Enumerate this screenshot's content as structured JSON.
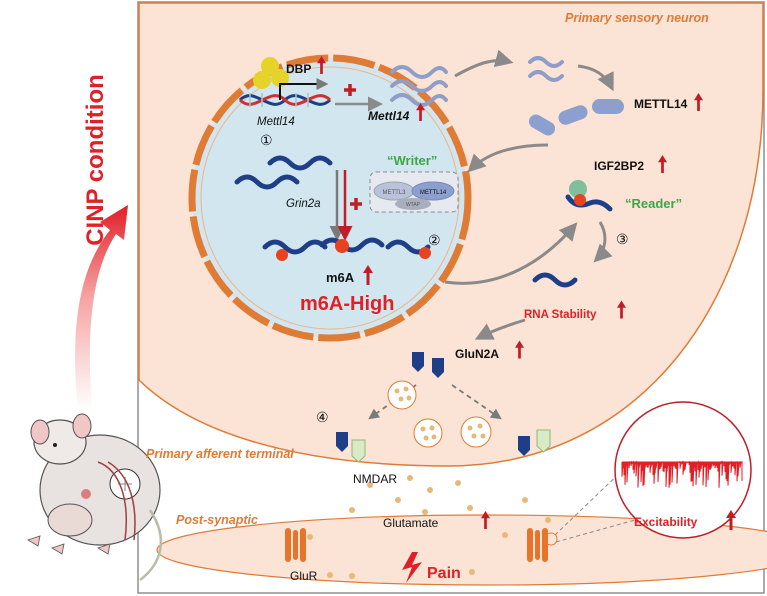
{
  "side_title": "CINP condition",
  "region_labels": {
    "neuron": "Primary sensory neuron",
    "terminal": "Primary afferent terminal",
    "postsynaptic": "Post-synaptic"
  },
  "nucleus": {
    "dbp": "DBP",
    "gene_mettl14": "Mettl14",
    "mrna_mettl14": "Mettl14",
    "gene_grin2a": "Grin2a",
    "m6a": "m6A",
    "m6a_high": "m6A-High",
    "writer": "“Writer”",
    "complex_mettl3": "METTL3",
    "complex_mettl14": "METTL14",
    "complex_wtap": "WTAP"
  },
  "cytoplasm": {
    "mettl14_protein": "METTL14",
    "igf2bp2": "IGF2BP2",
    "reader": "“Reader”",
    "rna_stability": "RNA Stability",
    "glun2a": "GluN2A"
  },
  "synapse": {
    "nmdar": "NMDAR",
    "glutamate": "Glutamate",
    "glur": "GluR",
    "pain": "Pain",
    "excitability": "Excitability"
  },
  "steps": [
    "①",
    "②",
    "③",
    "④"
  ],
  "colors": {
    "cell_fill": "#fbe4d6",
    "cell_border": "#e07b36",
    "nucleus_fill": "#d2e6ef",
    "rna": "#1e3f87",
    "up_arrow": "#c01d27",
    "writer_green": "#39a845",
    "title_red": "#e01f26",
    "label_orange": "#e07b36"
  },
  "icons": [
    "up-arrow-icon",
    "lightning-icon",
    "mouse-illustration",
    "receptor-icon",
    "vesicle-icon"
  ]
}
